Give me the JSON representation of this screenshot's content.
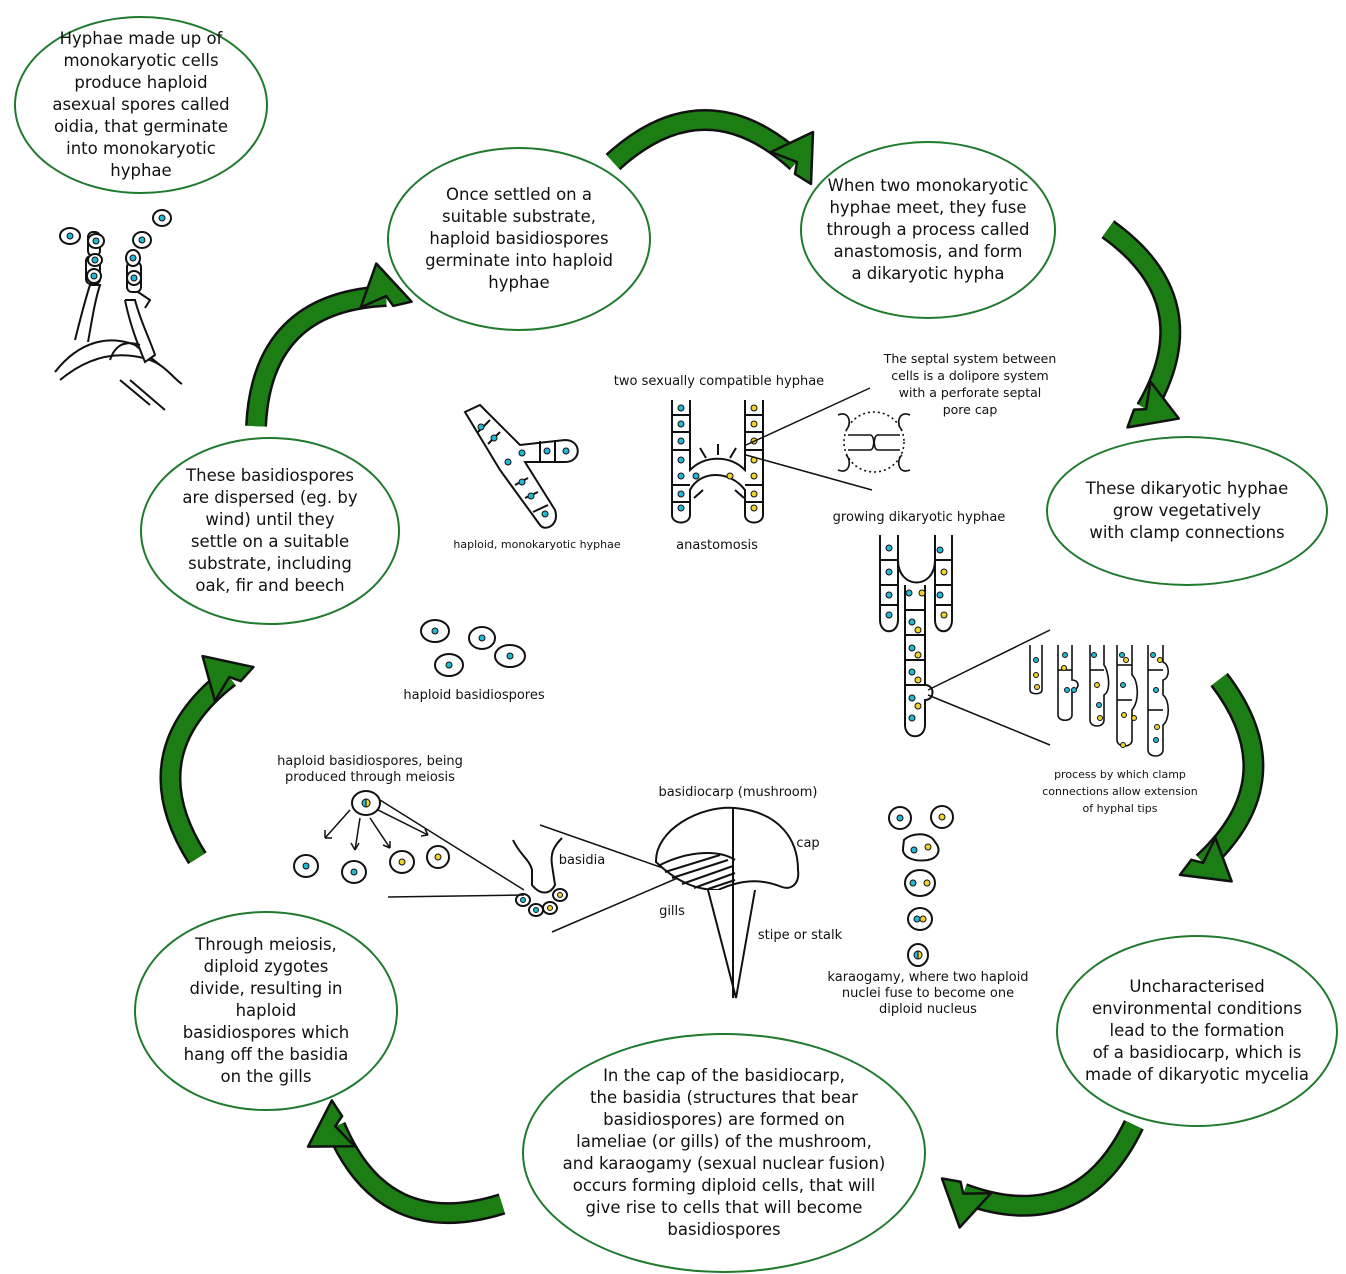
{
  "colors": {
    "arrow": "#1b7d14",
    "bubble_border": "#1f7a2e",
    "haploid_nucleus": "#22b8d6",
    "second_nucleus": "#f1d22d"
  },
  "bubbles": {
    "oidia": "Hyphae made up of\nmonokaryotic cells\nproduce haploid\nasexual spores called\noidia, that germinate\ninto monokaryotic\nhyphae",
    "germinate": "Once settled on a\nsuitable substrate,\nhaploid basidiospores\ngerminate into haploid\nhyphae",
    "anastomosis": "When two monokaryotic\nhyphae meet, they fuse\nthrough a process called\nanastomosis, and form\na dikaryotic hypha",
    "clamp": "These dikaryotic hyphae\ngrow vegetatively\n with clamp connections",
    "basidiocarp": "Uncharacterised\nenvironmental conditions\nlead to the formation\nof a basidiocarp, which is\nmade of dikaryotic mycelia",
    "cap": "In the cap of the basidiocarp,\nthe basidia (structures that bear\nbasidiospores) are formed on\nlameliae (or gills) of the mushroom,\nand karaogamy (sexual nuclear fusion)\noccurs forming diploid cells, that will\ngive rise to cells that will become\nbasidiospores",
    "meiosis": "Through meiosis,\ndiploid zygotes\ndivide, resulting in\nhaploid\nbasidiospores which\nhang off the basidia\non the gills",
    "dispersed": "These basidiospores\nare dispersed (eg. by\nwind) until they\nsettle on a suitable\nsubstrate, including\noak, fir and beech"
  },
  "labels": {
    "compatible": "two sexually compatible hyphae",
    "septal": "The septal system between\ncells is a dolipore system\nwith a perforate septal\npore cap",
    "monokaryotic": "haploid, monokaryotic hyphae",
    "anastomosis": "anastomosis",
    "growing": "growing dikaryotic hyphae",
    "clamp_process": "process by which clamp\nconnections allow extension\nof hyphal tips",
    "spores": "haploid basidiospores",
    "meiosis_spores": "haploid basidiospores, being\nproduced through meiosis",
    "mushroom": "basidiocarp (mushroom)",
    "cap": "cap",
    "basidia": "basidia",
    "gills": "gills",
    "stipe": "stipe or stalk",
    "karyogamy": "karaogamy, where two haploid\nnuclei fuse to become one\ndiploid nucleus"
  }
}
